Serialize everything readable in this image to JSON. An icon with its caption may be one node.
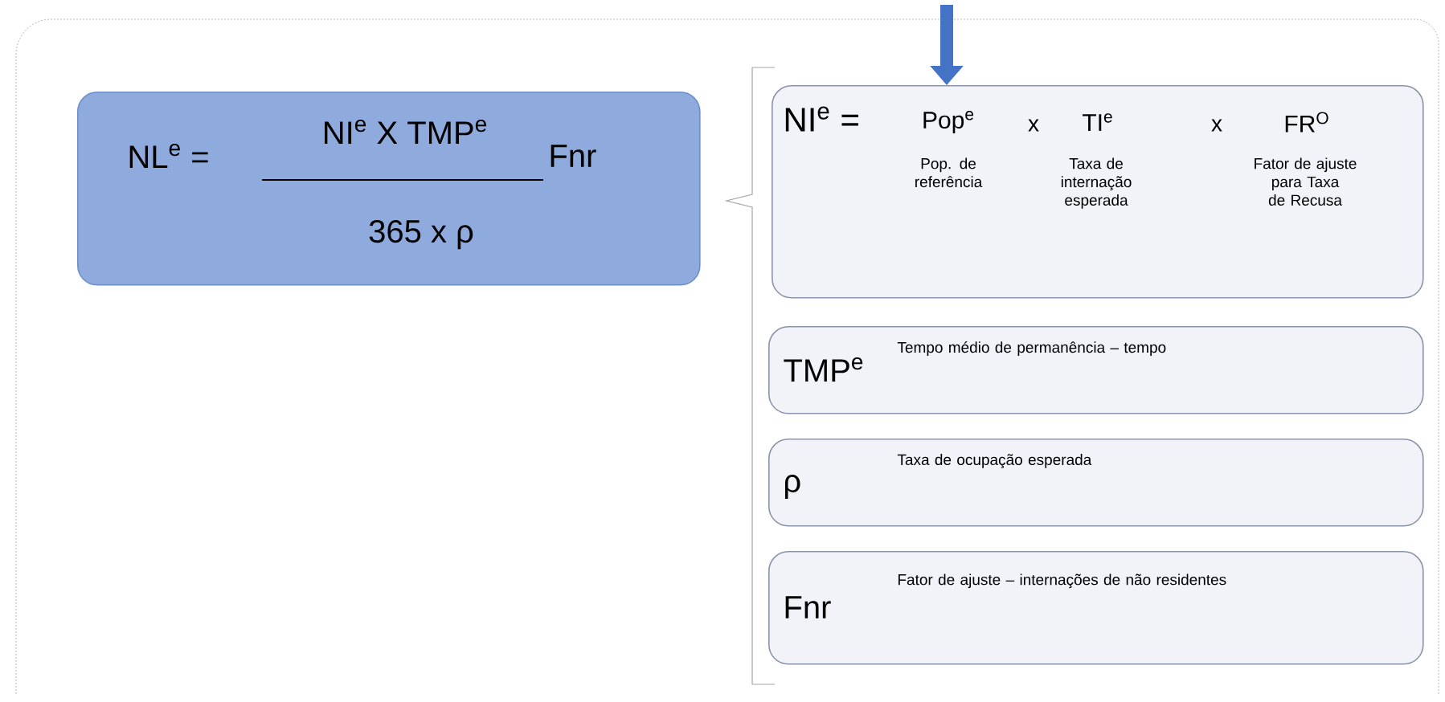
{
  "diagram": {
    "nodes": [
      {
        "text": [
          "NL$^{e}$ =",
          "NI$^{e}$ X TMP$^{e}$",
          "365 x ρ",
          "Fnr"
        ]
      },
      {
        "text": [
          "NI$^{e}$ =",
          "Pop$^{e}$",
          "x",
          "TI$^{e}$",
          "x",
          "FR$^{O}$",
          "Pop. de referência",
          "Taxa de internação esperada",
          "Fator de ajuste para Taxa de Recusa"
        ]
      },
      {
        "text": [
          "TMP$^{e}$",
          "Tempo médio de permanência – tempo"
        ]
      },
      {
        "text": [
          "ρ",
          "Taxa de ocupação esperada"
        ]
      },
      {
        "text": [
          "Fnr",
          "Fator de ajuste – internações de não residentes"
        ]
      }
    ],
    "edges": [
      {
        "from": null,
        "to": 1,
        "arrow": "to"
      }
    ]
  }
}
